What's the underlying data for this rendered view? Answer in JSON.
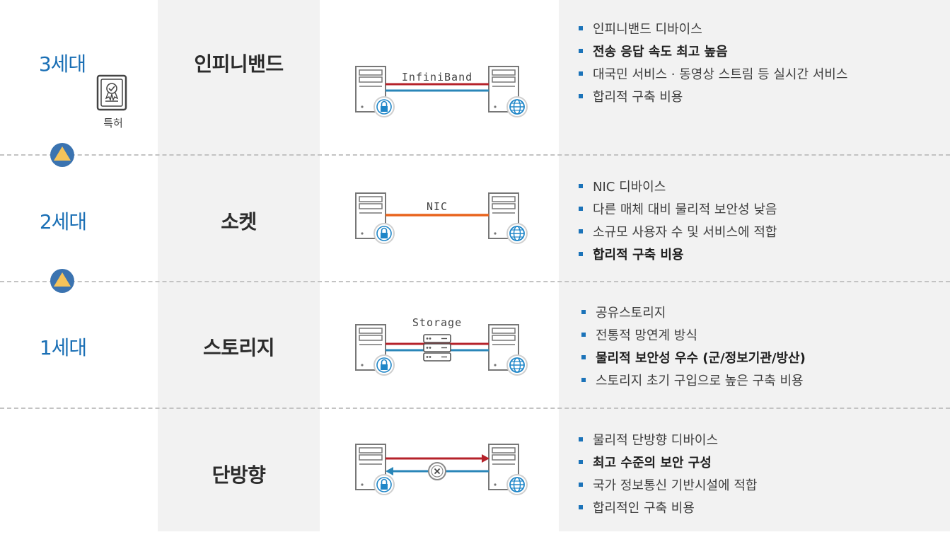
{
  "rows": [
    {
      "generation": "3세대",
      "name": "인피니밴드",
      "link_label": "InfiniBand",
      "badge_label": "특허",
      "features": [
        {
          "text": "인피니밴드 디바이스",
          "bold": false
        },
        {
          "text": "전송 응답 속도 최고 높음",
          "bold": true
        },
        {
          "text": "대국민 서비스 · 동영상 스트림 등 실시간 서비스",
          "bold": false
        },
        {
          "text": "합리적 구축 비용",
          "bold": false
        }
      ]
    },
    {
      "generation": "2세대",
      "name": "소켓",
      "link_label": "NIC",
      "features": [
        {
          "text": "NIC 디바이스",
          "bold": false
        },
        {
          "text": "다른 매체 대비 물리적 보안성 낮음",
          "bold": false
        },
        {
          "text": "소규모 사용자 수 및 서비스에 적합",
          "bold": false
        },
        {
          "text": "합리적 구축 비용",
          "bold": true
        }
      ]
    },
    {
      "generation": "1세대",
      "name": "스토리지",
      "link_label": "Storage",
      "features": [
        {
          "text": "공유스토리지",
          "bold": false
        },
        {
          "text": "전통적 망연계 방식",
          "bold": false
        },
        {
          "text": "물리적 보안성 우수  (군/정보기관/방산)",
          "bold": true
        },
        {
          "text": "스토리지 초기 구입으로 높은 구축 비용",
          "bold": false
        }
      ]
    },
    {
      "generation": "",
      "name": "단방향",
      "link_label": "",
      "features": [
        {
          "text": "물리적 단방향 디바이스",
          "bold": false
        },
        {
          "text": "최고 수준의 보안 구성",
          "bold": true
        },
        {
          "text": "국가 정보통신 기반시설에 적합",
          "bold": false
        },
        {
          "text": "합리적인 구축 비용",
          "bold": false
        }
      ]
    }
  ],
  "colors": {
    "accent_blue": "#1a6fb5",
    "line_red": "#b5222a",
    "line_blue": "#2a86b8",
    "line_orange": "#e8631c",
    "triangle_yellow": "#f5c35a",
    "triangle_circle": "#3b73b0"
  },
  "icons": {
    "server": "server-icon",
    "lock": "lock-icon",
    "globe": "globe-icon",
    "patent": "patent-certificate-icon",
    "storage": "storage-rack-icon",
    "block": "block-x-icon",
    "up_triangle": "up-triangle-icon"
  }
}
